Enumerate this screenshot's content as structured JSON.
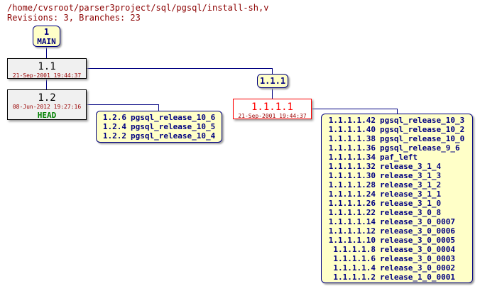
{
  "header": {
    "path": "/home/cvsroot/parser3project/sql/pgsql/install-sh,v",
    "summary": "Revisions: 3, Branches: 23"
  },
  "colors": {
    "edge": "#000080",
    "branch_fill": "#ffffc8",
    "revision_fill": "#f0f0f0",
    "dead_revision": "#ff0000",
    "date_text": "#990000",
    "head_tag": "#008000",
    "header_text": "#8b0000"
  },
  "trunk_branch": {
    "label": "1",
    "sublabel": "MAIN"
  },
  "revisions": {
    "r1_1": {
      "number": "1.1",
      "date": "21-Sep-2001 19:44:37"
    },
    "r1_2": {
      "number": "1.2",
      "date": "08-Jun-2012 19:27:16",
      "tag": "HEAD"
    },
    "r1_1_1_1": {
      "number": "1.1.1.1",
      "date": "21-Sep-2001 19:44:37"
    }
  },
  "vendor_branch": {
    "label": "1.1.1"
  },
  "branch_list_1_2": [
    {
      "rev": "1.2.6",
      "name": "pgsql_release_10_6"
    },
    {
      "rev": "1.2.4",
      "name": "pgsql_release_10_5"
    },
    {
      "rev": "1.2.2",
      "name": "pgsql_release_10_4"
    }
  ],
  "branch_list_1_1_1_1": [
    {
      "rev": "1.1.1.1.42",
      "name": "pgsql_release_10_3"
    },
    {
      "rev": "1.1.1.1.40",
      "name": "pgsql_release_10_2"
    },
    {
      "rev": "1.1.1.1.38",
      "name": "pgsql_release_10_0"
    },
    {
      "rev": "1.1.1.1.36",
      "name": "pgsql_release_9_6"
    },
    {
      "rev": "1.1.1.1.34",
      "name": "paf_left"
    },
    {
      "rev": "1.1.1.1.32",
      "name": "release_3_1_4"
    },
    {
      "rev": "1.1.1.1.30",
      "name": "release_3_1_3"
    },
    {
      "rev": "1.1.1.1.28",
      "name": "release_3_1_2"
    },
    {
      "rev": "1.1.1.1.24",
      "name": "release_3_1_1"
    },
    {
      "rev": "1.1.1.1.26",
      "name": "release_3_1_0"
    },
    {
      "rev": "1.1.1.1.22",
      "name": "release_3_0_8"
    },
    {
      "rev": "1.1.1.1.14",
      "name": "release_3_0_0007"
    },
    {
      "rev": "1.1.1.1.12",
      "name": "release_3_0_0006"
    },
    {
      "rev": "1.1.1.1.10",
      "name": "release_3_0_0005"
    },
    {
      "rev": "1.1.1.1.8",
      "name": "release_3_0_0004"
    },
    {
      "rev": "1.1.1.1.6",
      "name": "release_3_0_0003"
    },
    {
      "rev": "1.1.1.1.4",
      "name": "release_3_0_0002"
    },
    {
      "rev": "1.1.1.1.2",
      "name": "release_1_0_0001"
    }
  ]
}
